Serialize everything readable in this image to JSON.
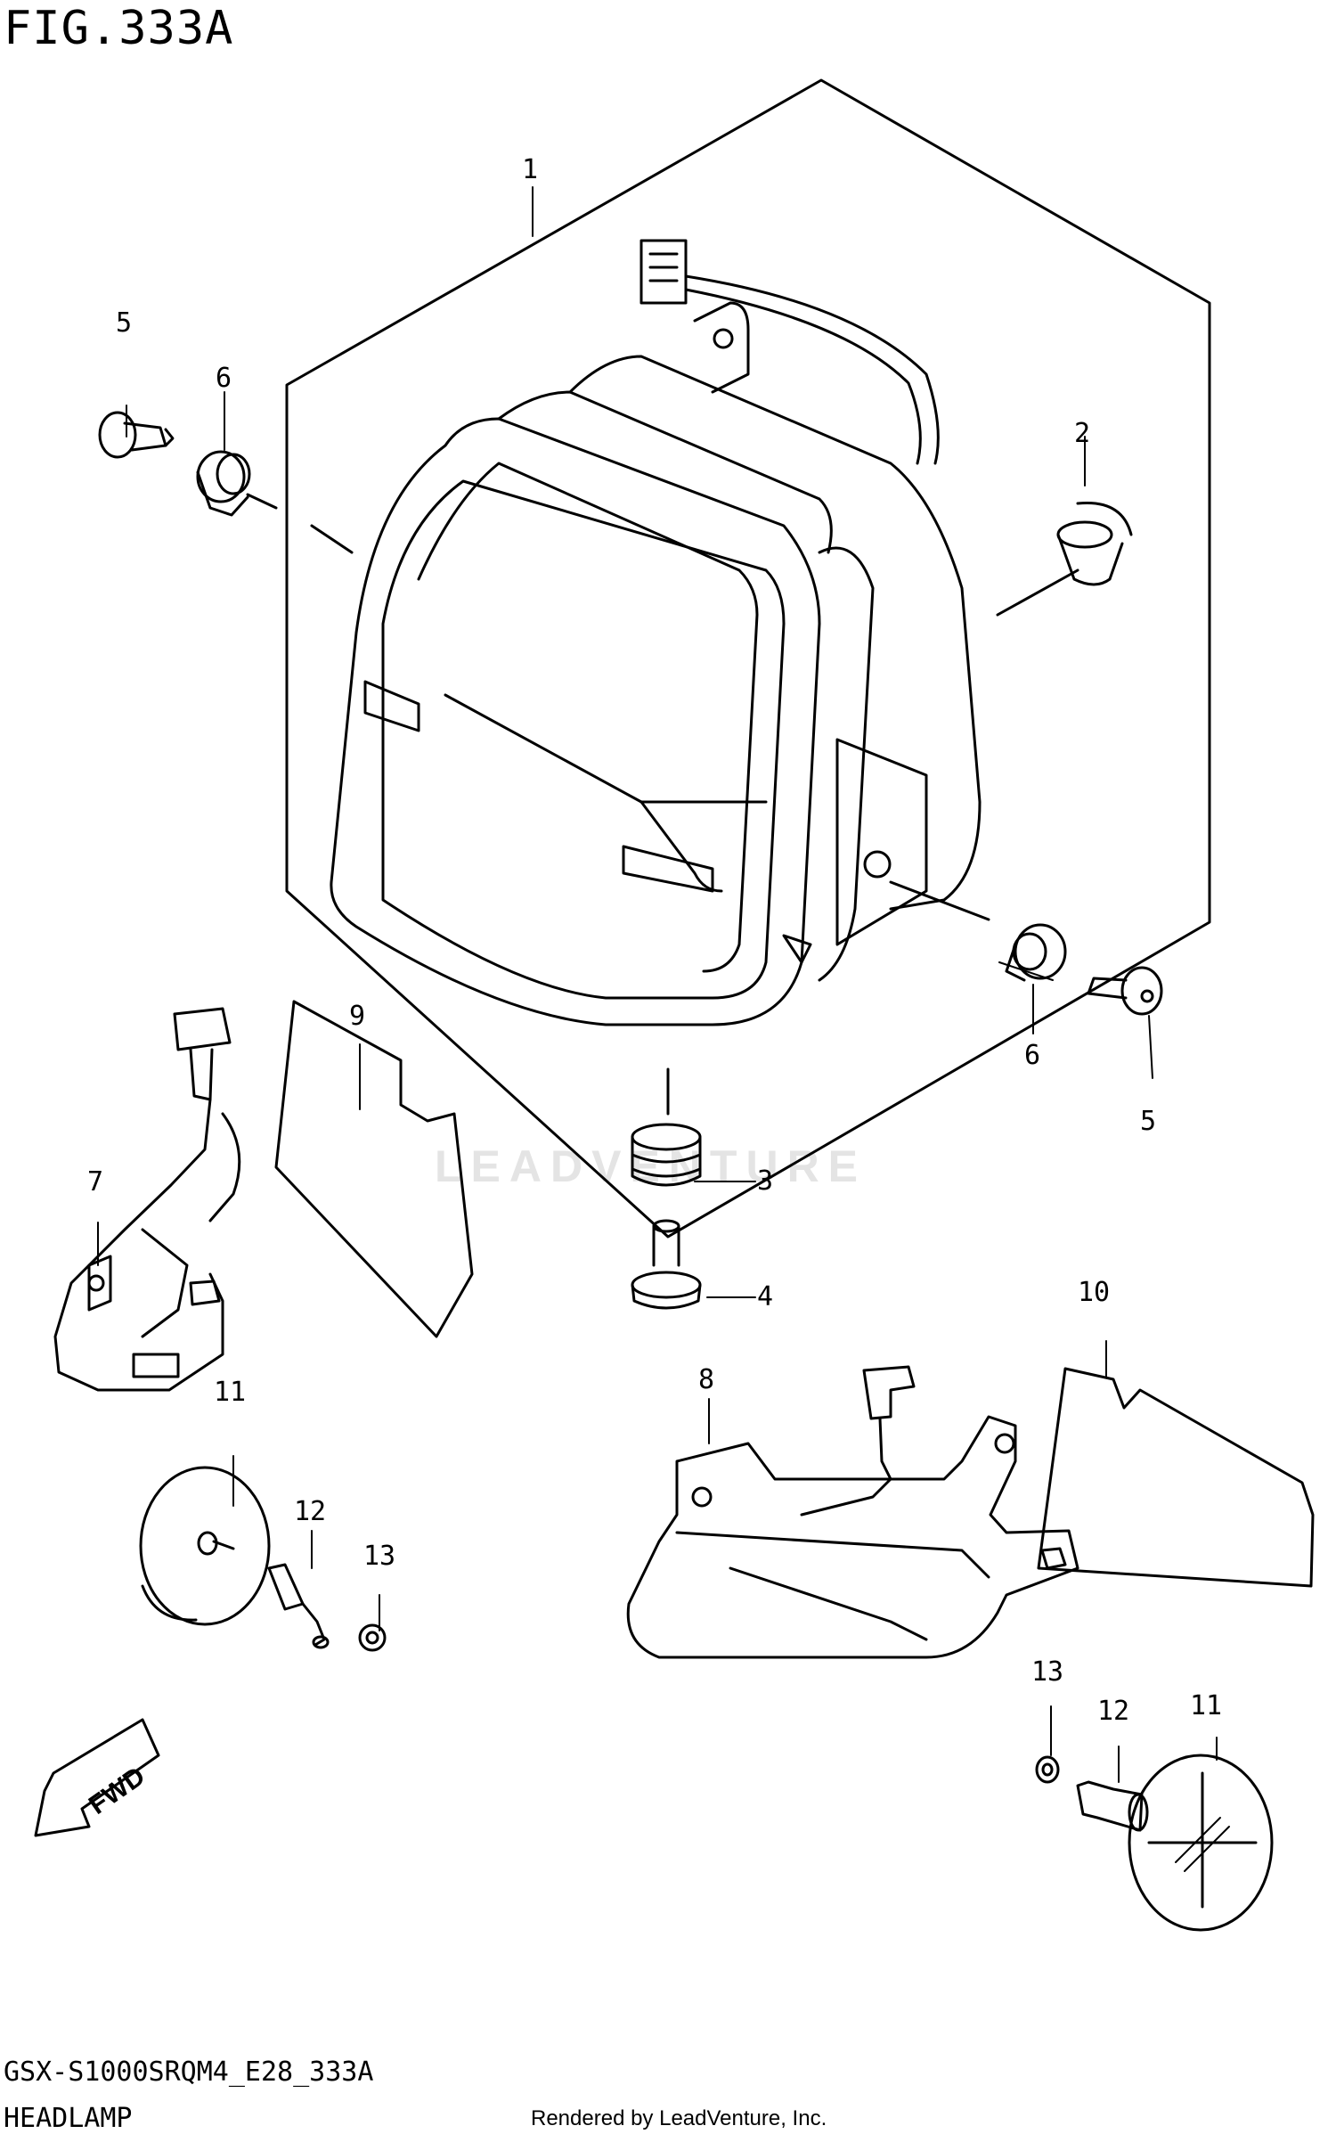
{
  "figure": {
    "title": "FIG.333A",
    "model_code": "GSX-S1000SRQM4_E28_333A",
    "section_name": "HEADLAMP",
    "credit": "Rendered by LeadVenture, Inc.",
    "watermark": "LEADVENTURE"
  },
  "direction_arrow": {
    "label": "FWD"
  },
  "callouts": [
    {
      "id": "c1",
      "label": "1",
      "part": "headlamp-assembly"
    },
    {
      "id": "c2",
      "label": "2",
      "part": "bulb-socket-cap"
    },
    {
      "id": "c3",
      "label": "3",
      "part": "grommet"
    },
    {
      "id": "c4",
      "label": "4",
      "part": "screw"
    },
    {
      "id": "c5a",
      "label": "5",
      "part": "collar-bolt"
    },
    {
      "id": "c5b",
      "label": "5",
      "part": "collar-bolt"
    },
    {
      "id": "c6a",
      "label": "6",
      "part": "cushion"
    },
    {
      "id": "c6b",
      "label": "6",
      "part": "cushion"
    },
    {
      "id": "c7",
      "label": "7",
      "part": "position-lamp-left"
    },
    {
      "id": "c8",
      "label": "8",
      "part": "position-lamp-right"
    },
    {
      "id": "c9",
      "label": "9",
      "part": "reflector-plate-left"
    },
    {
      "id": "c10",
      "label": "10",
      "part": "reflector-plate-right"
    },
    {
      "id": "c11a",
      "label": "11",
      "part": "lamp-cap"
    },
    {
      "id": "c11b",
      "label": "11",
      "part": "lamp-cap"
    },
    {
      "id": "c12a",
      "label": "12",
      "part": "spacer"
    },
    {
      "id": "c12b",
      "label": "12",
      "part": "spacer"
    },
    {
      "id": "c13a",
      "label": "13",
      "part": "washer"
    },
    {
      "id": "c13b",
      "label": "13",
      "part": "washer"
    }
  ]
}
